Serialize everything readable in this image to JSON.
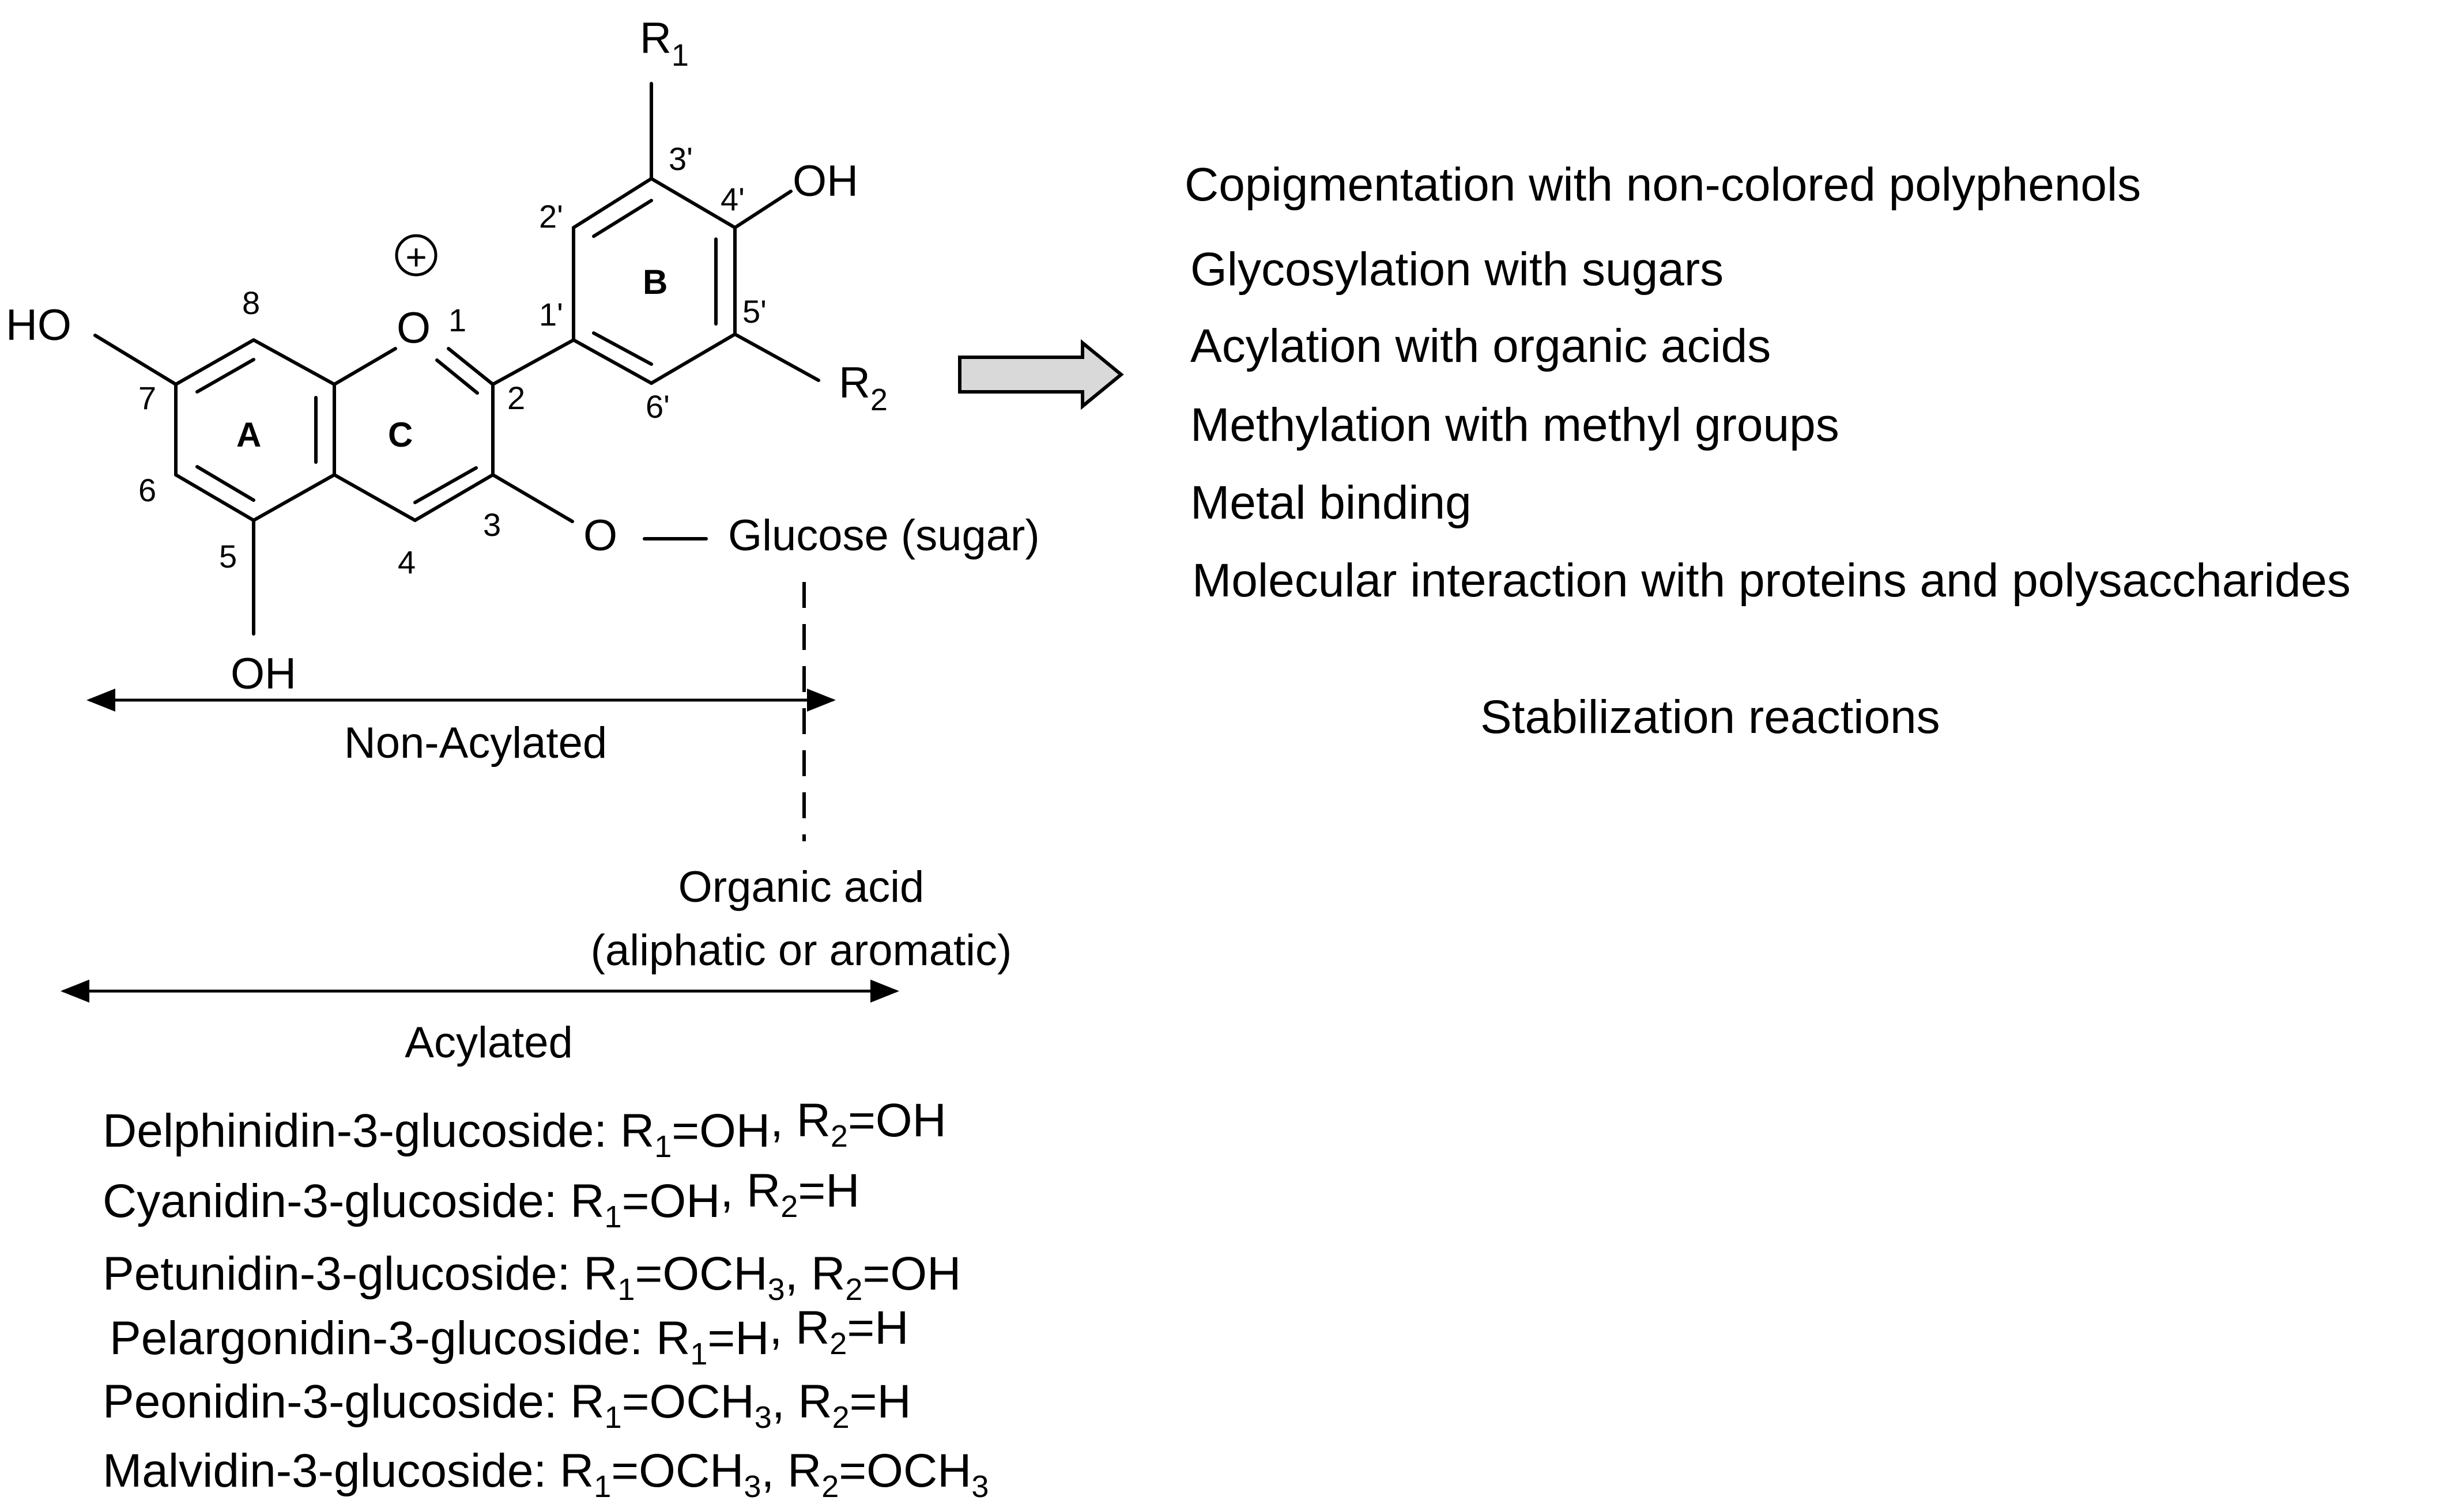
{
  "structure": {
    "atoms": {
      "r1": "R",
      "r1_sub": "1",
      "r2": "R",
      "r2_sub": "2",
      "oh_4p": "OH",
      "ho_7": "HO",
      "oh_5": "OH",
      "o_ring": "O",
      "o_link": "O",
      "plus": "+",
      "sugar": "Glucose (sugar)"
    },
    "ring_labels": {
      "a": "A",
      "b": "B",
      "c": "C"
    },
    "positions": {
      "p1": "1",
      "p2": "2",
      "p3": "3",
      "p4": "4",
      "p5": "5",
      "p6": "6",
      "p7": "7",
      "p8": "8",
      "p1p": "1'",
      "p2p": "2'",
      "p3p": "3'",
      "p4p": "4'",
      "p5p": "5'",
      "p6p": "6'"
    }
  },
  "acylation": {
    "non_acylated": "Non-Acylated",
    "organic_acid_line1": "Organic acid",
    "organic_acid_line2": "(aliphatic or aromatic)",
    "acylated": "Acylated"
  },
  "compounds": [
    {
      "name": "Delphinidin-3-glucoside:",
      "r1": "OH",
      "r1_sub": "",
      "r2": "OH",
      "r2_sub": ""
    },
    {
      "name": "Cyanidin-3-glucoside:",
      "r1": "OH",
      "r1_sub": "",
      "r2": "H",
      "r2_sub": ""
    },
    {
      "name": "Petunidin-3-glucoside:",
      "r1": "OCH",
      "r1_sub": "3",
      "r2": "OH",
      "r2_sub": ""
    },
    {
      "name": "Pelargonidin-3-glucoside:",
      "r1": "H",
      "r1_sub": "",
      "r2": "H",
      "r2_sub": ""
    },
    {
      "name": "Peonidin-3-glucoside:",
      "r1": "OCH",
      "r1_sub": "3",
      "r2": "H",
      "r2_sub": ""
    },
    {
      "name": "Malvidin-3-glucoside:",
      "r1": "OCH",
      "r1_sub": "3",
      "r2": "OCH",
      "r2_sub": "3"
    }
  ],
  "stabilization": {
    "items": [
      "Copigmentation with non-colored polyphenols",
      "Glycosylation with sugars",
      "Acylation with organic acids",
      "Methylation with methyl groups",
      "Metal binding",
      "Molecular interaction with proteins and polysaccharides"
    ],
    "caption": "Stabilization reactions"
  }
}
